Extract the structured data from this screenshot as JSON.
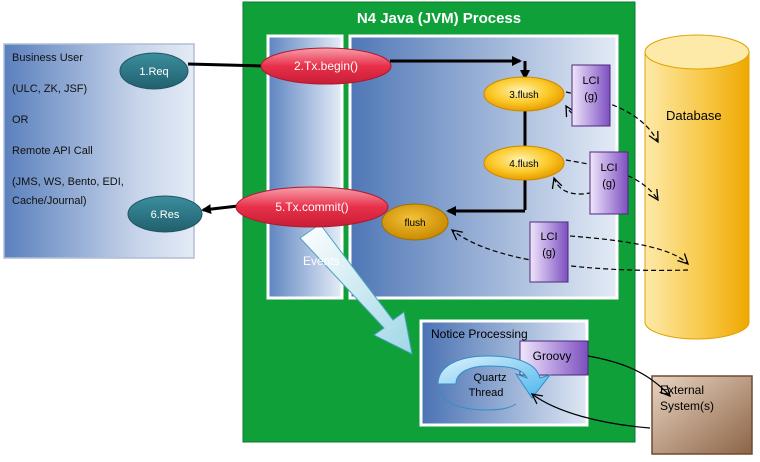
{
  "process": {
    "title": "N4 Java (JVM) Process"
  },
  "client": {
    "lines": [
      "Business User",
      "(ULC, ZK, JSF)",
      "OR",
      "Remote API Call",
      "(JMS, WS, Bento, EDI,",
      "Cache/Journal)"
    ]
  },
  "steps": {
    "req": "1.Req",
    "tx_begin": "2.Tx.begin()",
    "flush3": "3.flush",
    "flush4": "4.flush",
    "tx_commit": "5.Tx.commit()",
    "res": "6.Res",
    "flush": "flush"
  },
  "lci": {
    "line1": "LCI",
    "line2": "(g)"
  },
  "database": {
    "label": "Database"
  },
  "events": {
    "label": "Events"
  },
  "notice": {
    "title": "Notice Processing",
    "groovy": "Groovy",
    "quartz_line1": "Quartz",
    "quartz_line2": "Thread"
  },
  "external": {
    "line1": "External",
    "line2": "System(s)"
  },
  "colors": {
    "jvm_green": "#0fa03a",
    "ellipse_red": "#e8304a",
    "ellipse_teal": "#2b7a8a",
    "flush_orange": "#f5b400",
    "lci_purple": "#8a5cc8",
    "database_yellow": "#f6c233",
    "external_brown": "#a07a5a"
  }
}
